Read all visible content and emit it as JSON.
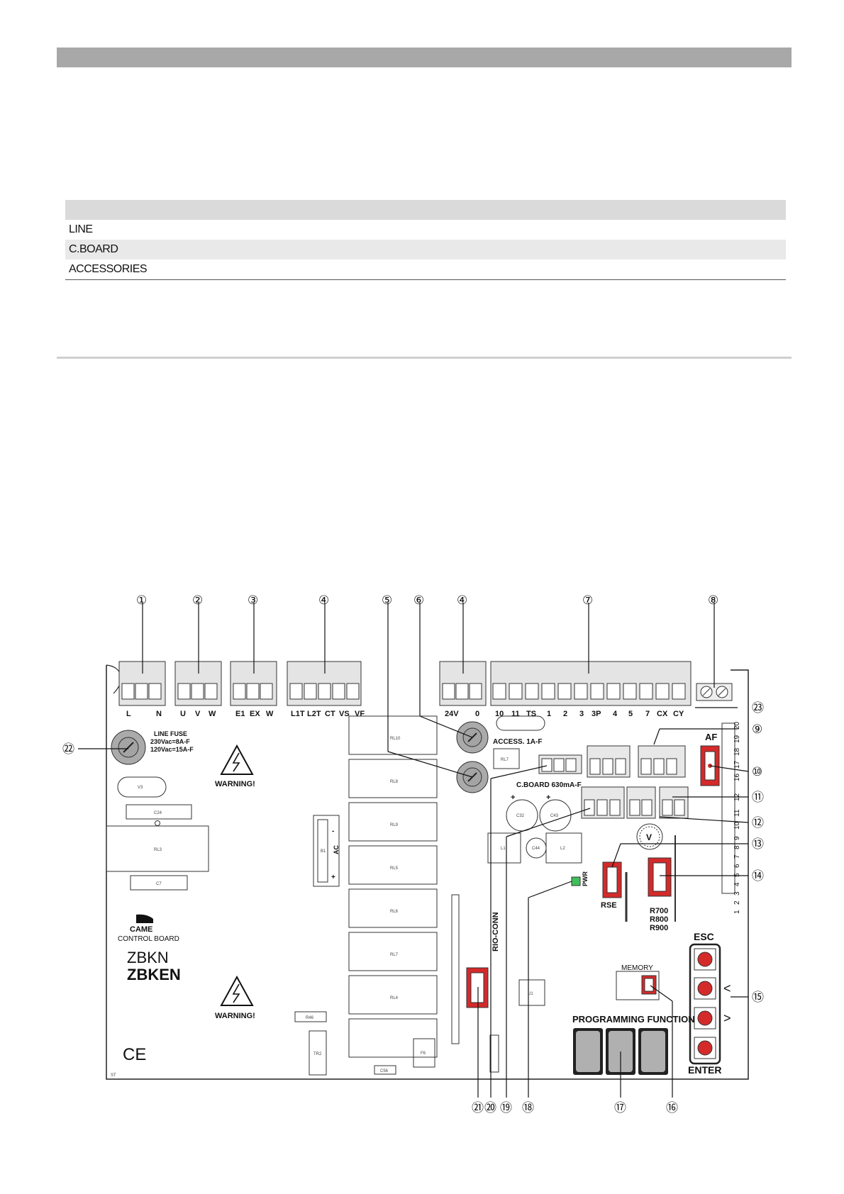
{
  "fuse_table": {
    "rows": [
      "LINE",
      "C.BOARD",
      "ACCESSORIES"
    ]
  },
  "board": {
    "terminal_labels": {
      "line": [
        "L",
        "N"
      ],
      "motor": [
        "U",
        "V",
        "W"
      ],
      "encoder": [
        "E1",
        "EX",
        "W"
      ],
      "lamps": [
        "L1T",
        "L2T",
        "CT",
        "VS",
        "VF"
      ],
      "power": [
        "24V",
        "0"
      ],
      "controls": [
        "10",
        "11",
        "TS",
        "1",
        "2",
        "3",
        "3P",
        "4",
        "5",
        "7",
        "CX",
        "CY"
      ]
    },
    "line_fuse": [
      "LINE FUSE",
      "230Vac=8A-F",
      "120Vac=15A-F"
    ],
    "access_fuse": "ACCESS. 1A-F",
    "cboard_fuse": "C.BOARD 630mA-F",
    "warning": "WARNING!",
    "brand": "CAME",
    "control_board": "CONTROL BOARD",
    "model1": "ZBKN",
    "model2": "ZBKEN",
    "ce": "CE",
    "af": "AF",
    "rse": "RSE",
    "pwr": "PWR",
    "rio_conn": "RIO-CONN",
    "receivers": [
      "R700",
      "R800",
      "R900"
    ],
    "memory": "MEMORY",
    "programming": "PROGRAMMING FUNCTION",
    "esc": "ESC",
    "enter": "ENTER",
    "arrow_left": "<",
    "arrow_right": ">",
    "trimmer": "V",
    "dip_numbers": [
      "20",
      "19",
      "18",
      "17",
      "16",
      "12",
      "11",
      "10",
      "9",
      "8",
      "7",
      "6",
      "5",
      "4",
      "3",
      "2",
      "1"
    ],
    "callouts_top": [
      "①",
      "②",
      "③",
      "④",
      "⑤",
      "⑥",
      "④",
      "⑦",
      "⑧"
    ],
    "callouts_right": [
      "㉓",
      "⑨",
      "⑩",
      "⑪",
      "⑫",
      "⑬",
      "⑭",
      "⑮"
    ],
    "callouts_left": [
      "㉒"
    ],
    "callouts_bottom": [
      "㉑",
      "⑳",
      "⑲",
      "⑱",
      "⑰",
      "⑯"
    ]
  }
}
